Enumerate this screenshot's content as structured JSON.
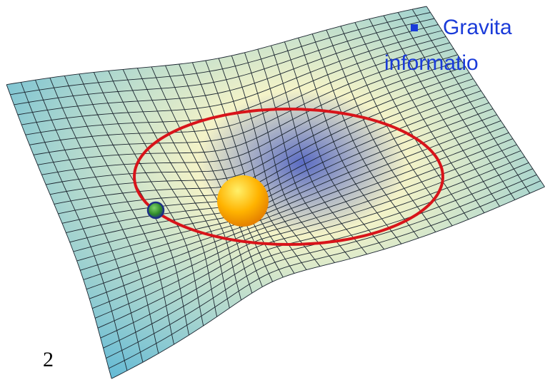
{
  "slide": {
    "bullet_text": "Gravita",
    "continuation_text": "informatio",
    "page_number": "2"
  },
  "colors": {
    "text_accent": "#1a3bd9",
    "bullet": "#1a3bd9",
    "orbit": "#d8141a",
    "grid_line": "#1c2630",
    "sheet_edge": "#5fb8d6",
    "sheet_glow": "#f4f3c8",
    "sheet_well": "#5b6cc4",
    "star_core": "#fff06a",
    "star_body": "#ffb300",
    "star_rim": "#e07800",
    "planet_body": "#2f8a2a",
    "planet_rim": "#1d2f86"
  },
  "icons": {
    "star": "sun-sphere-icon",
    "planet": "planet-sphere-icon",
    "bullet": "square-bullet-icon"
  }
}
